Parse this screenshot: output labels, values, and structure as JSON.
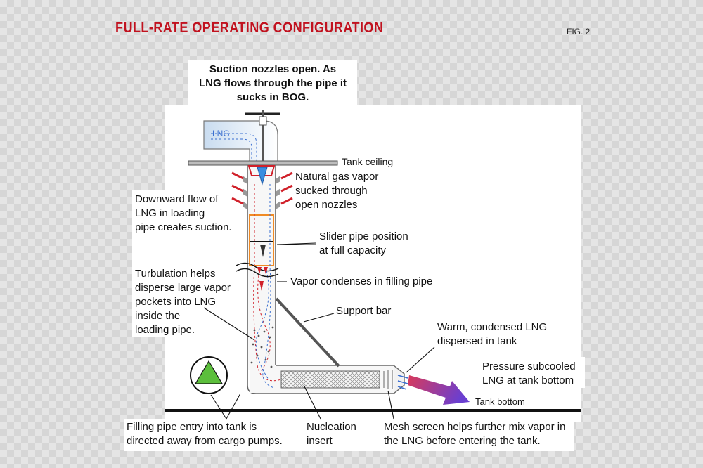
{
  "header": {
    "title": "FULL-RATE OPERATING CONFIGURATION",
    "figure": "FIG. 2"
  },
  "colors": {
    "title": "#c1121f",
    "triangle": "#5cbf3c",
    "arrow_start": "#d93a5a",
    "arrow_end": "#6a3fd0",
    "frame": "#f08a24",
    "vapor_arrow": "#d0202a"
  },
  "labels": {
    "suction": "Suction nozzles open. As\nLNG flows through the pipe it\nsucks in BOG.",
    "lng": "LNG",
    "ceiling": "Tank ceiling",
    "vapor": "Natural gas vapor\nsucked through\nopen nozzles",
    "downward": "Downward flow of\nLNG in loading\npipe creates suction.",
    "slider": "Slider pipe position\nat full capacity",
    "condenses": "Vapor condenses in filling pipe",
    "turbulation": "Turbulation helps\ndisperse large vapor\npockets into LNG\ninside the\nloading pipe.",
    "support": "Support bar",
    "warm": "Warm, condensed LNG\ndispersed in tank",
    "pressure": "Pressure subcooled\nLNG at tank bottom",
    "bottom": "Tank bottom",
    "filling": "Filling pipe entry into tank is\ndirected away from cargo pumps.",
    "nucleation": "Nucleation\ninsert",
    "mesh": "Mesh screen helps further mix vapor in\nthe LNG before entering the tank."
  },
  "icons": {
    "pump_symbol": "green-triangle-icon",
    "flow_arrow": "gradient-arrow-icon"
  }
}
